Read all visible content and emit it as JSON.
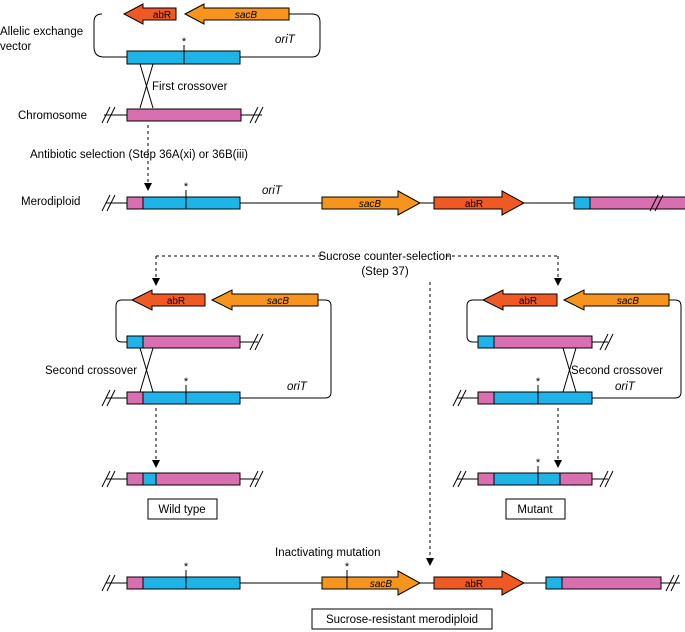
{
  "labels": {
    "vector_line1": "Allelic exchange",
    "vector_line2": "vector",
    "first_crossover": "First crossover",
    "chromosome": "Chromosome",
    "antibiotic_selection": "Antibiotic selection (Step 36A(xi) or 36B(iii)",
    "merodiploid": "Merodiploid",
    "sucrose_line1": "Sucrose counter-selection",
    "sucrose_line2": "(Step 37)",
    "second_crossover_left": "Second crossover",
    "second_crossover_right": "Second crossover",
    "wild_type": "Wild type",
    "mutant": "Mutant",
    "inactivating_mutation": "Inactivating mutation",
    "sucrose_resistant": "Sucrose-resistant merodiploid"
  },
  "genes": {
    "abR": "abR",
    "sacB": "sacB",
    "oriT": "oriT",
    "mutation_mark": "*"
  },
  "colors": {
    "homology_blue": "#1fb4e8",
    "chromosome_pink": "#d96fb0",
    "sacB_orange": "#f7941d",
    "abR_red": "#ef5a24"
  }
}
